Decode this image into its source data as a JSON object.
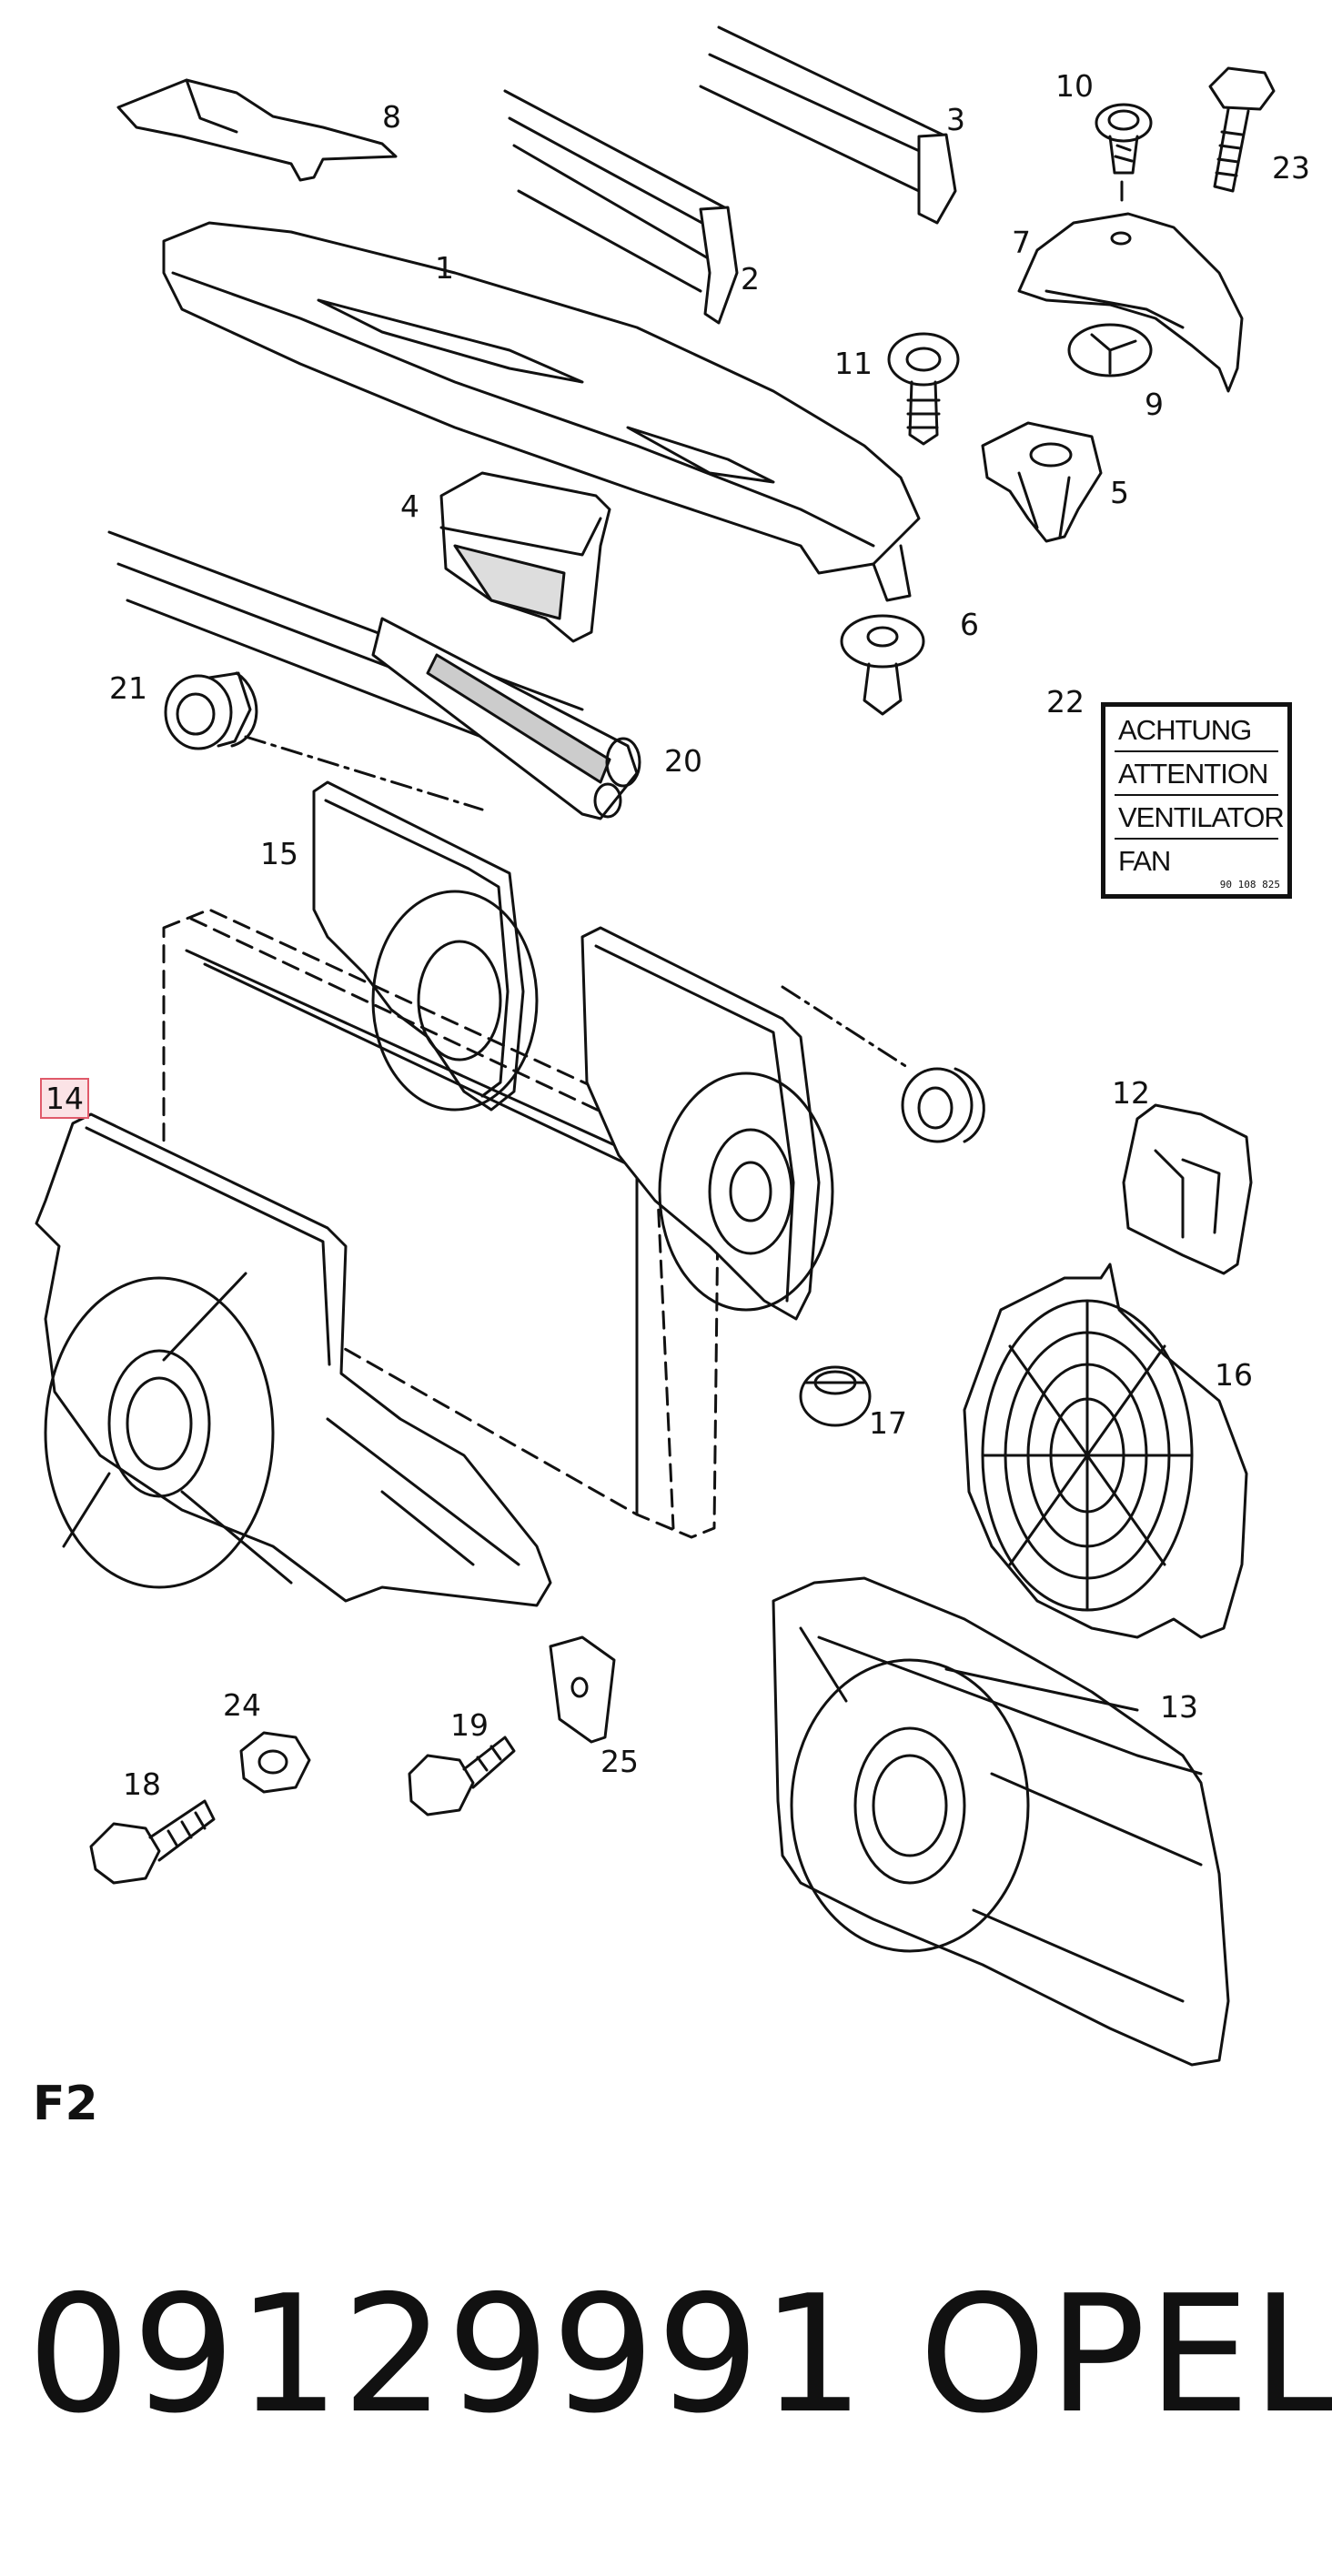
{
  "diagram": {
    "sheet_id": "F2",
    "part_number": "09129991",
    "brand": "OPEL",
    "highlight_color": "#e05a6a",
    "callouts": [
      {
        "id": "c1",
        "label": "1"
      },
      {
        "id": "c2",
        "label": "2"
      },
      {
        "id": "c3",
        "label": "3"
      },
      {
        "id": "c4",
        "label": "4"
      },
      {
        "id": "c5",
        "label": "5"
      },
      {
        "id": "c6",
        "label": "6"
      },
      {
        "id": "c7",
        "label": "7"
      },
      {
        "id": "c8",
        "label": "8"
      },
      {
        "id": "c9",
        "label": "9"
      },
      {
        "id": "c10",
        "label": "10"
      },
      {
        "id": "c11",
        "label": "11"
      },
      {
        "id": "c12",
        "label": "12"
      },
      {
        "id": "c13",
        "label": "13"
      },
      {
        "id": "c14",
        "label": "14",
        "highlighted": true
      },
      {
        "id": "c15",
        "label": "15"
      },
      {
        "id": "c16",
        "label": "16"
      },
      {
        "id": "c17",
        "label": "17"
      },
      {
        "id": "c18",
        "label": "18"
      },
      {
        "id": "c19",
        "label": "19"
      },
      {
        "id": "c20",
        "label": "20"
      },
      {
        "id": "c21",
        "label": "21"
      },
      {
        "id": "c22",
        "label": "22"
      },
      {
        "id": "c23",
        "label": "23"
      },
      {
        "id": "c24",
        "label": "24"
      },
      {
        "id": "c25",
        "label": "25"
      }
    ],
    "warning_label": {
      "lines": [
        "ACHTUNG",
        "ATTENTION",
        "VENTILATOR",
        "FAN"
      ],
      "code": "90 108 825"
    }
  }
}
